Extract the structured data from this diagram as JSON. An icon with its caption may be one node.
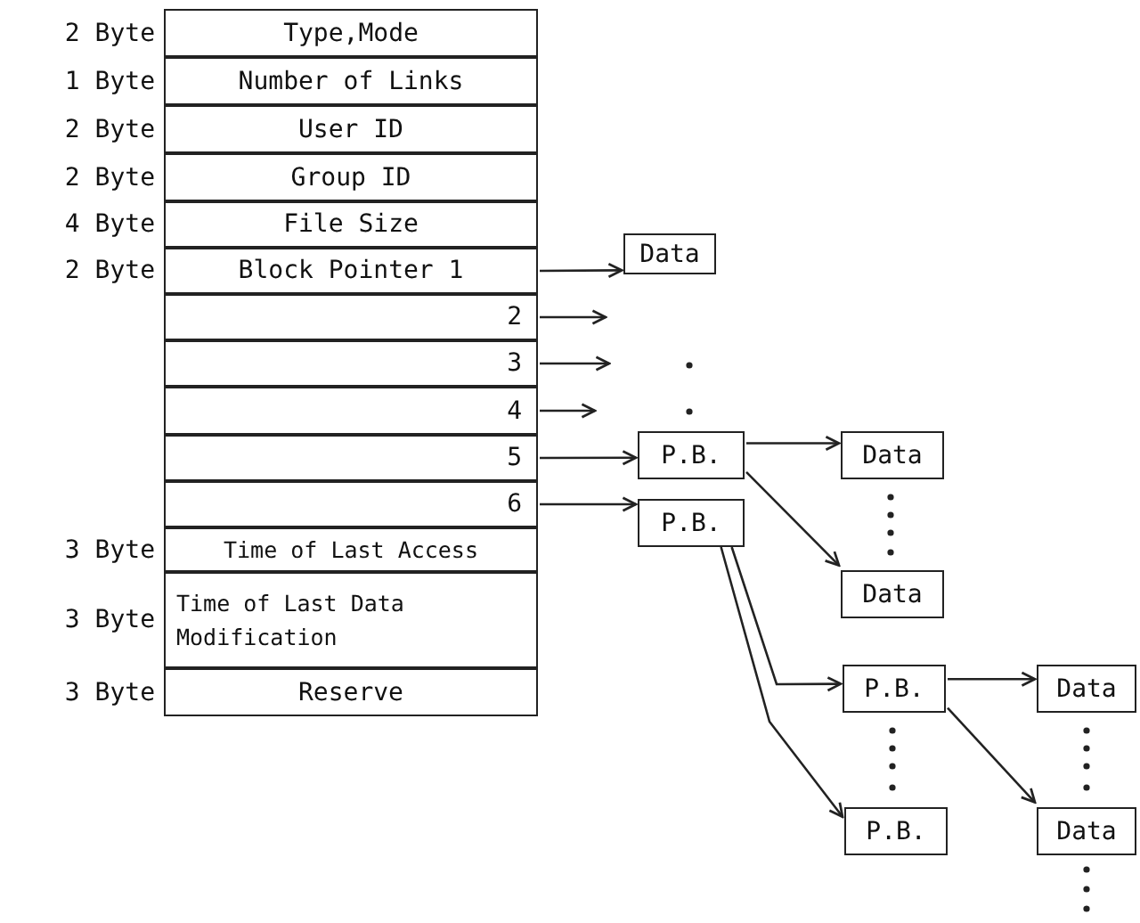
{
  "diagram": {
    "nodes": [
      {
        "text": [
          "Type,Mode"
        ],
        "beside": [
          "2 Byte"
        ]
      },
      {
        "text": [
          "Number of Links"
        ],
        "beside": [
          "1 Byte"
        ]
      },
      {
        "text": [
          "User ID"
        ],
        "beside": [
          "2 Byte"
        ]
      },
      {
        "text": [
          "Group ID"
        ],
        "beside": [
          "2 Byte"
        ]
      },
      {
        "text": [
          "File Size"
        ],
        "beside": [
          "4 Byte"
        ]
      },
      {
        "text": [
          "Block Pointer 1"
        ],
        "beside": [
          "2 Byte"
        ]
      },
      {
        "text": [
          "2"
        ]
      },
      {
        "text": [
          "3"
        ]
      },
      {
        "text": [
          "4"
        ]
      },
      {
        "text": [
          "5"
        ]
      },
      {
        "text": [
          "6"
        ]
      },
      {
        "text": [
          "Time of Last Access"
        ],
        "beside": [
          "3 Byte"
        ]
      },
      {
        "text": [
          "Time of Last Data Modification"
        ],
        "beside": [
          "3 Byte"
        ]
      },
      {
        "text": [
          "Reserve"
        ],
        "beside": [
          "3 Byte"
        ]
      },
      {
        "text": [
          "Data"
        ]
      },
      {
        "text": [
          "P.B."
        ]
      },
      {
        "text": [
          "P.B."
        ]
      },
      {
        "text": [
          "Data"
        ]
      },
      {
        "text": [
          "Data"
        ]
      },
      {
        "text": [
          "P.B."
        ]
      },
      {
        "text": [
          "P.B."
        ]
      },
      {
        "text": [
          "Data"
        ]
      },
      {
        "text": [
          "Data"
        ]
      }
    ],
    "edges": [
      {
        "from": 5,
        "to": 14,
        "arrow": "to"
      },
      {
        "from": 6,
        "to": null,
        "arrow": "to"
      },
      {
        "from": 7,
        "to": null,
        "arrow": "to"
      },
      {
        "from": 8,
        "to": null,
        "arrow": "to"
      },
      {
        "from": 9,
        "to": 15,
        "arrow": "to"
      },
      {
        "from": 10,
        "to": 16,
        "arrow": "to"
      },
      {
        "from": 15,
        "to": 17,
        "arrow": "to"
      },
      {
        "from": 15,
        "to": 18,
        "arrow": "to"
      },
      {
        "from": 16,
        "to": 19,
        "arrow": "to"
      },
      {
        "from": 16,
        "to": 20,
        "arrow": "to"
      },
      {
        "from": 19,
        "to": 21,
        "arrow": "to"
      },
      {
        "from": 19,
        "to": 22,
        "arrow": "to"
      }
    ]
  }
}
